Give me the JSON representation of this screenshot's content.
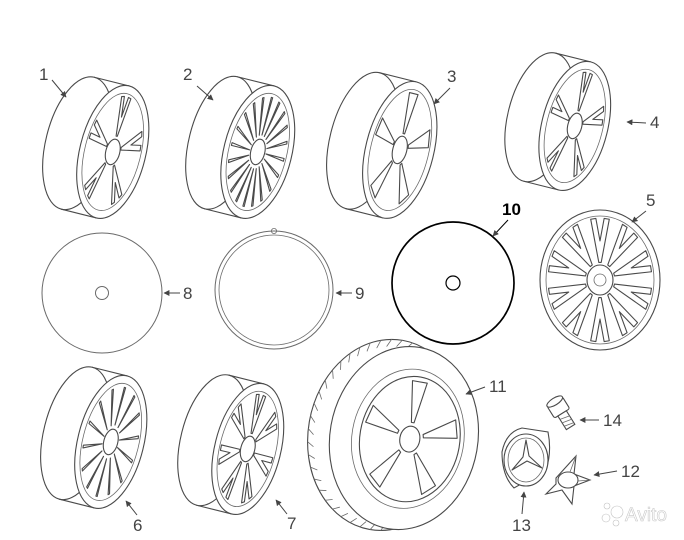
{
  "callouts": {
    "c1": "1",
    "c2": "2",
    "c3": "3",
    "c4": "4",
    "c5": "5",
    "c6": "6",
    "c7": "7",
    "c8": "8",
    "c9": "9",
    "c10": "10",
    "c11": "11",
    "c12": "12",
    "c13": "13",
    "c14": "14"
  },
  "highlighted_callout": "10",
  "watermark": {
    "brand": "Avito",
    "icon": "avito-dots-icon"
  }
}
